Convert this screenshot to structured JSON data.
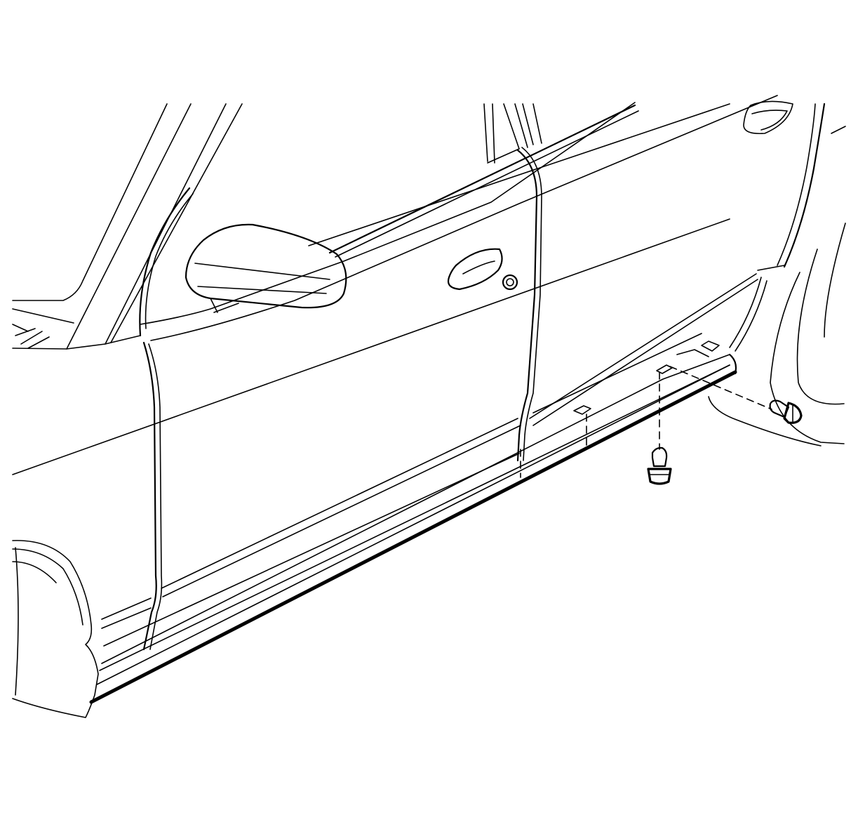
{
  "diagram": {
    "subject": "",
    "colors": {
      "line": "#000000",
      "background": "#ffffff"
    },
    "parts": [
      {
        "id": "front-door",
        "kind": "panel"
      },
      {
        "id": "rear-door",
        "kind": "panel"
      },
      {
        "id": "outside-mirror",
        "kind": "component"
      },
      {
        "id": "door-handle",
        "kind": "component"
      },
      {
        "id": "rocker-molding",
        "kind": "component"
      },
      {
        "id": "retainer-pin-bottom",
        "kind": "fastener"
      },
      {
        "id": "retainer-pin-rear",
        "kind": "fastener"
      }
    ]
  }
}
